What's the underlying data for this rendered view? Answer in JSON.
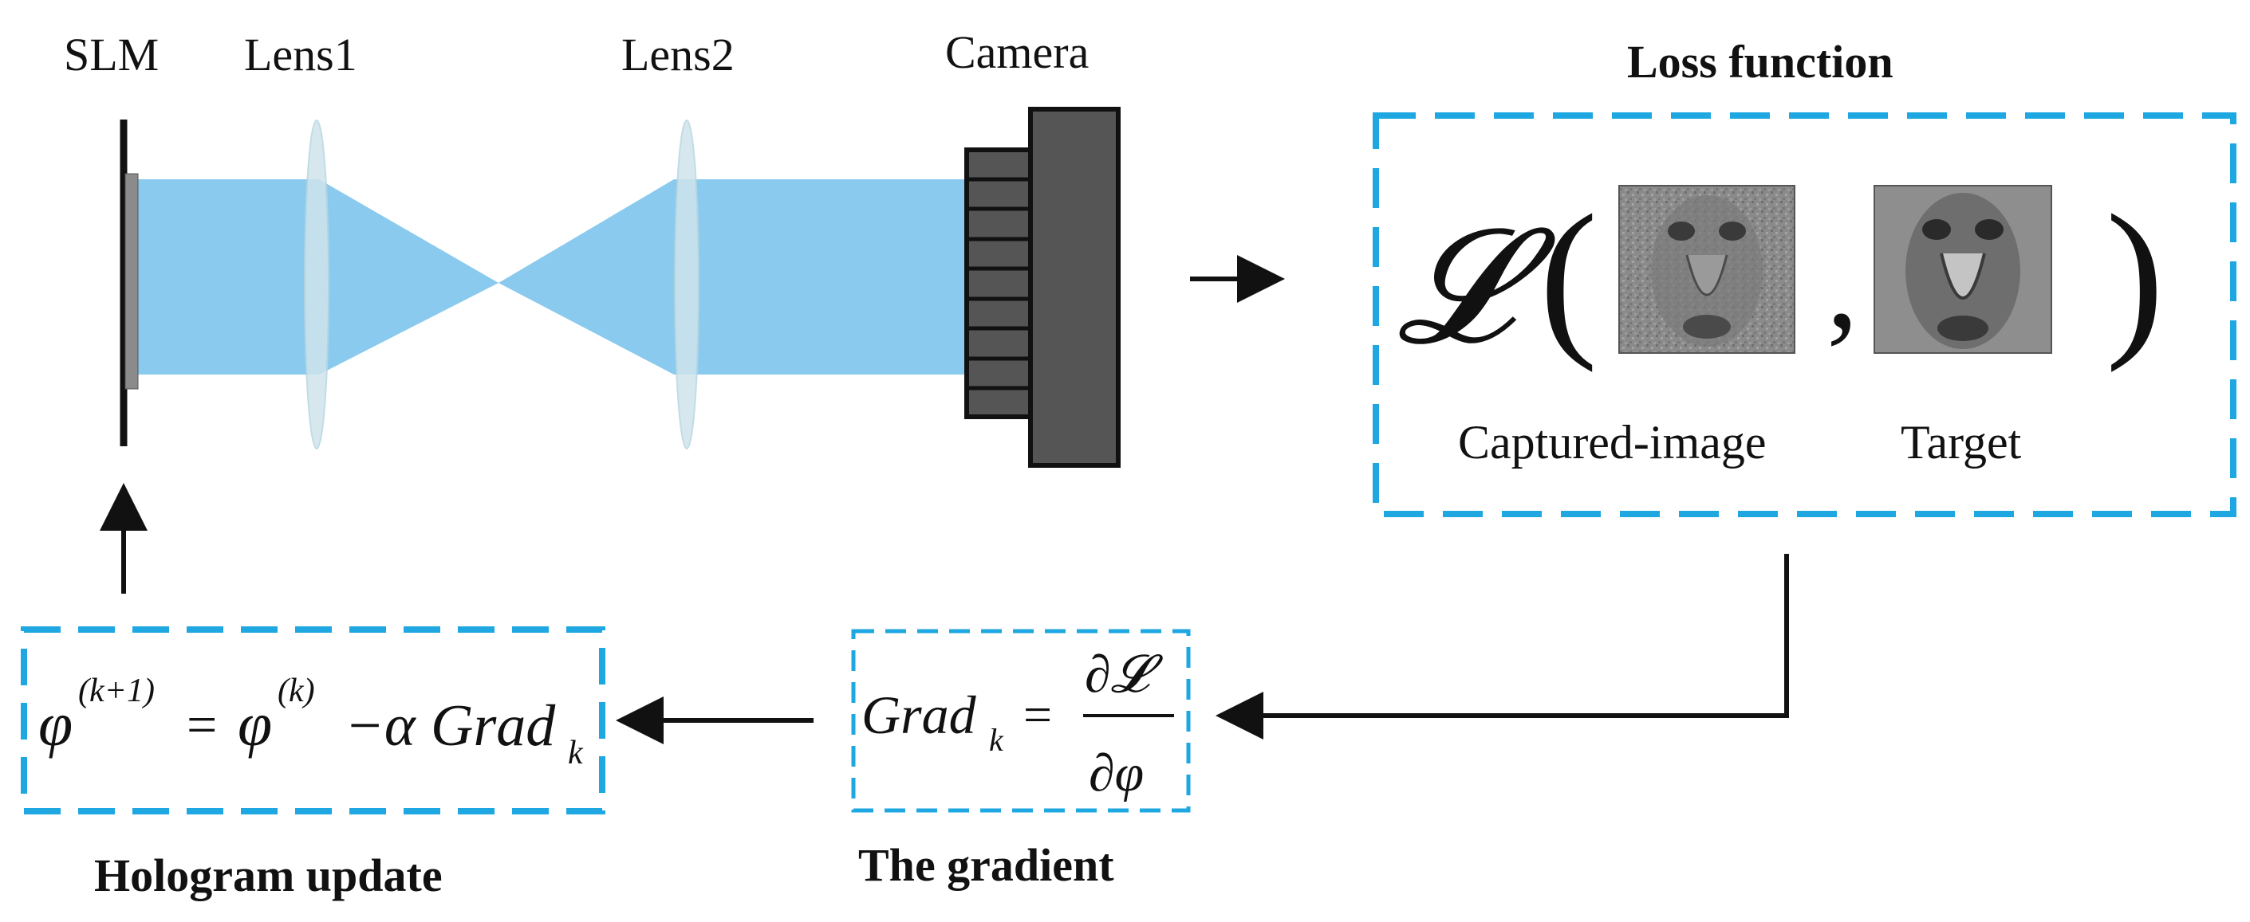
{
  "optics": {
    "slm_label": "SLM",
    "lens1_label": "Lens1",
    "lens2_label": "Lens2",
    "camera_label": "Camera"
  },
  "loss": {
    "title": "Loss function",
    "script_l": "𝓛",
    "open_paren": "(",
    "comma": ",",
    "close_paren": ")",
    "captured_label": "Captured-image",
    "target_label": "Target"
  },
  "gradient": {
    "title": "The gradient",
    "lhs": "Grad",
    "lhs_sub": "k",
    "equals": "=",
    "numerator": "∂𝓛",
    "denominator": "∂φ"
  },
  "hologram": {
    "title": "Hologram update",
    "phi": "φ",
    "sup_next": "(k+1)",
    "equals": "=",
    "sup_cur": "(k)",
    "minus_alpha": "−α",
    "grad": "Grad",
    "grad_sub": "k"
  },
  "colors": {
    "beam": "#7cc4ec",
    "dashed_box": "#1ea7e0",
    "camera_body": "#555555",
    "lens": "#cfe4ec"
  }
}
